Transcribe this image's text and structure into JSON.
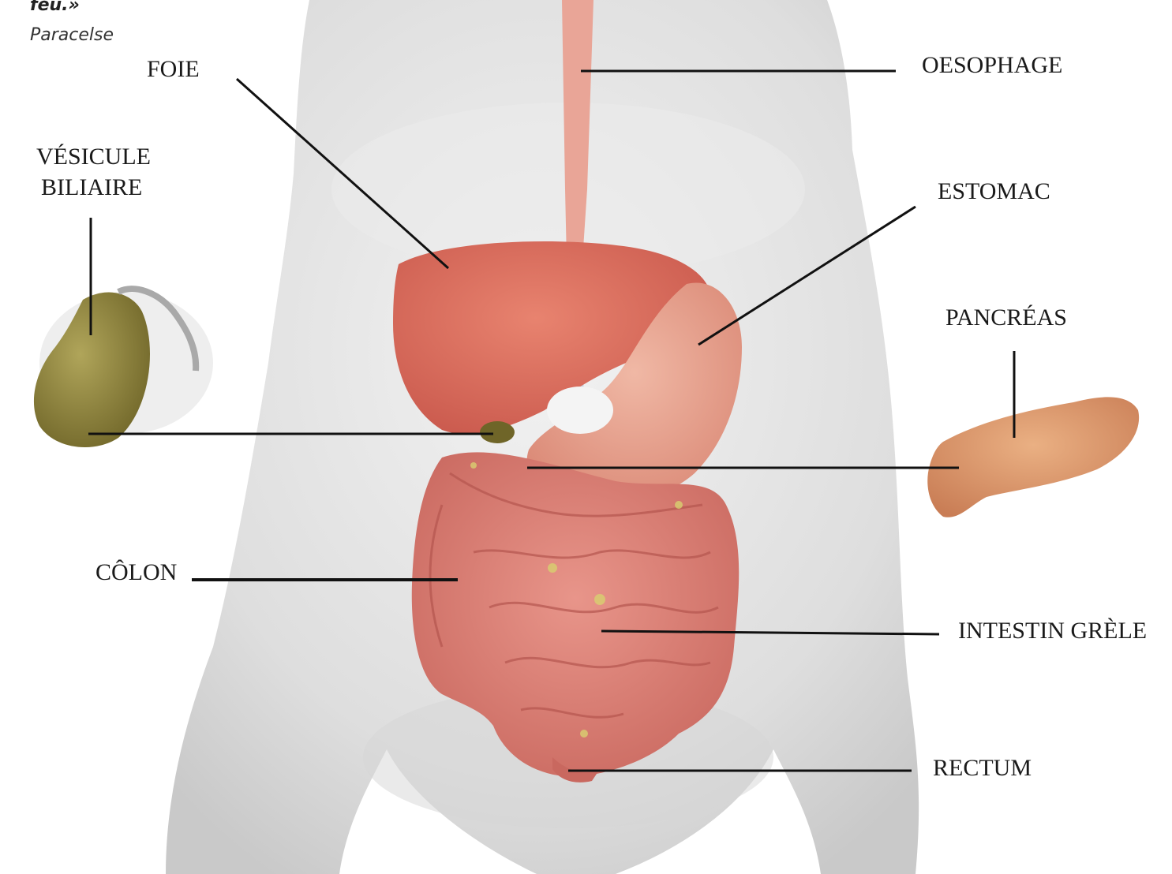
{
  "quote": {
    "line": "feu.»",
    "author": "Paracelse"
  },
  "labels": {
    "foie": "FOIE",
    "oesophage": "OESOPHAGE",
    "vesicule": [
      "VÉSICULE",
      "BILIAIRE"
    ],
    "estomac": "ESTOMAC",
    "pancreas": "PANCRÉAS",
    "colon": "CÔLON",
    "intestin": "INTESTIN GRÈLE",
    "rectum": "RECTUM"
  },
  "colors": {
    "body": "#e3e3e3",
    "liver": "#d9695a",
    "stomach": "#e49a85",
    "intestine": "#d97a70",
    "esophagus": "#e9a597",
    "gallbladder": "#8f8440",
    "pancreas": "#dd9a6c",
    "leader_line": "#111111"
  }
}
